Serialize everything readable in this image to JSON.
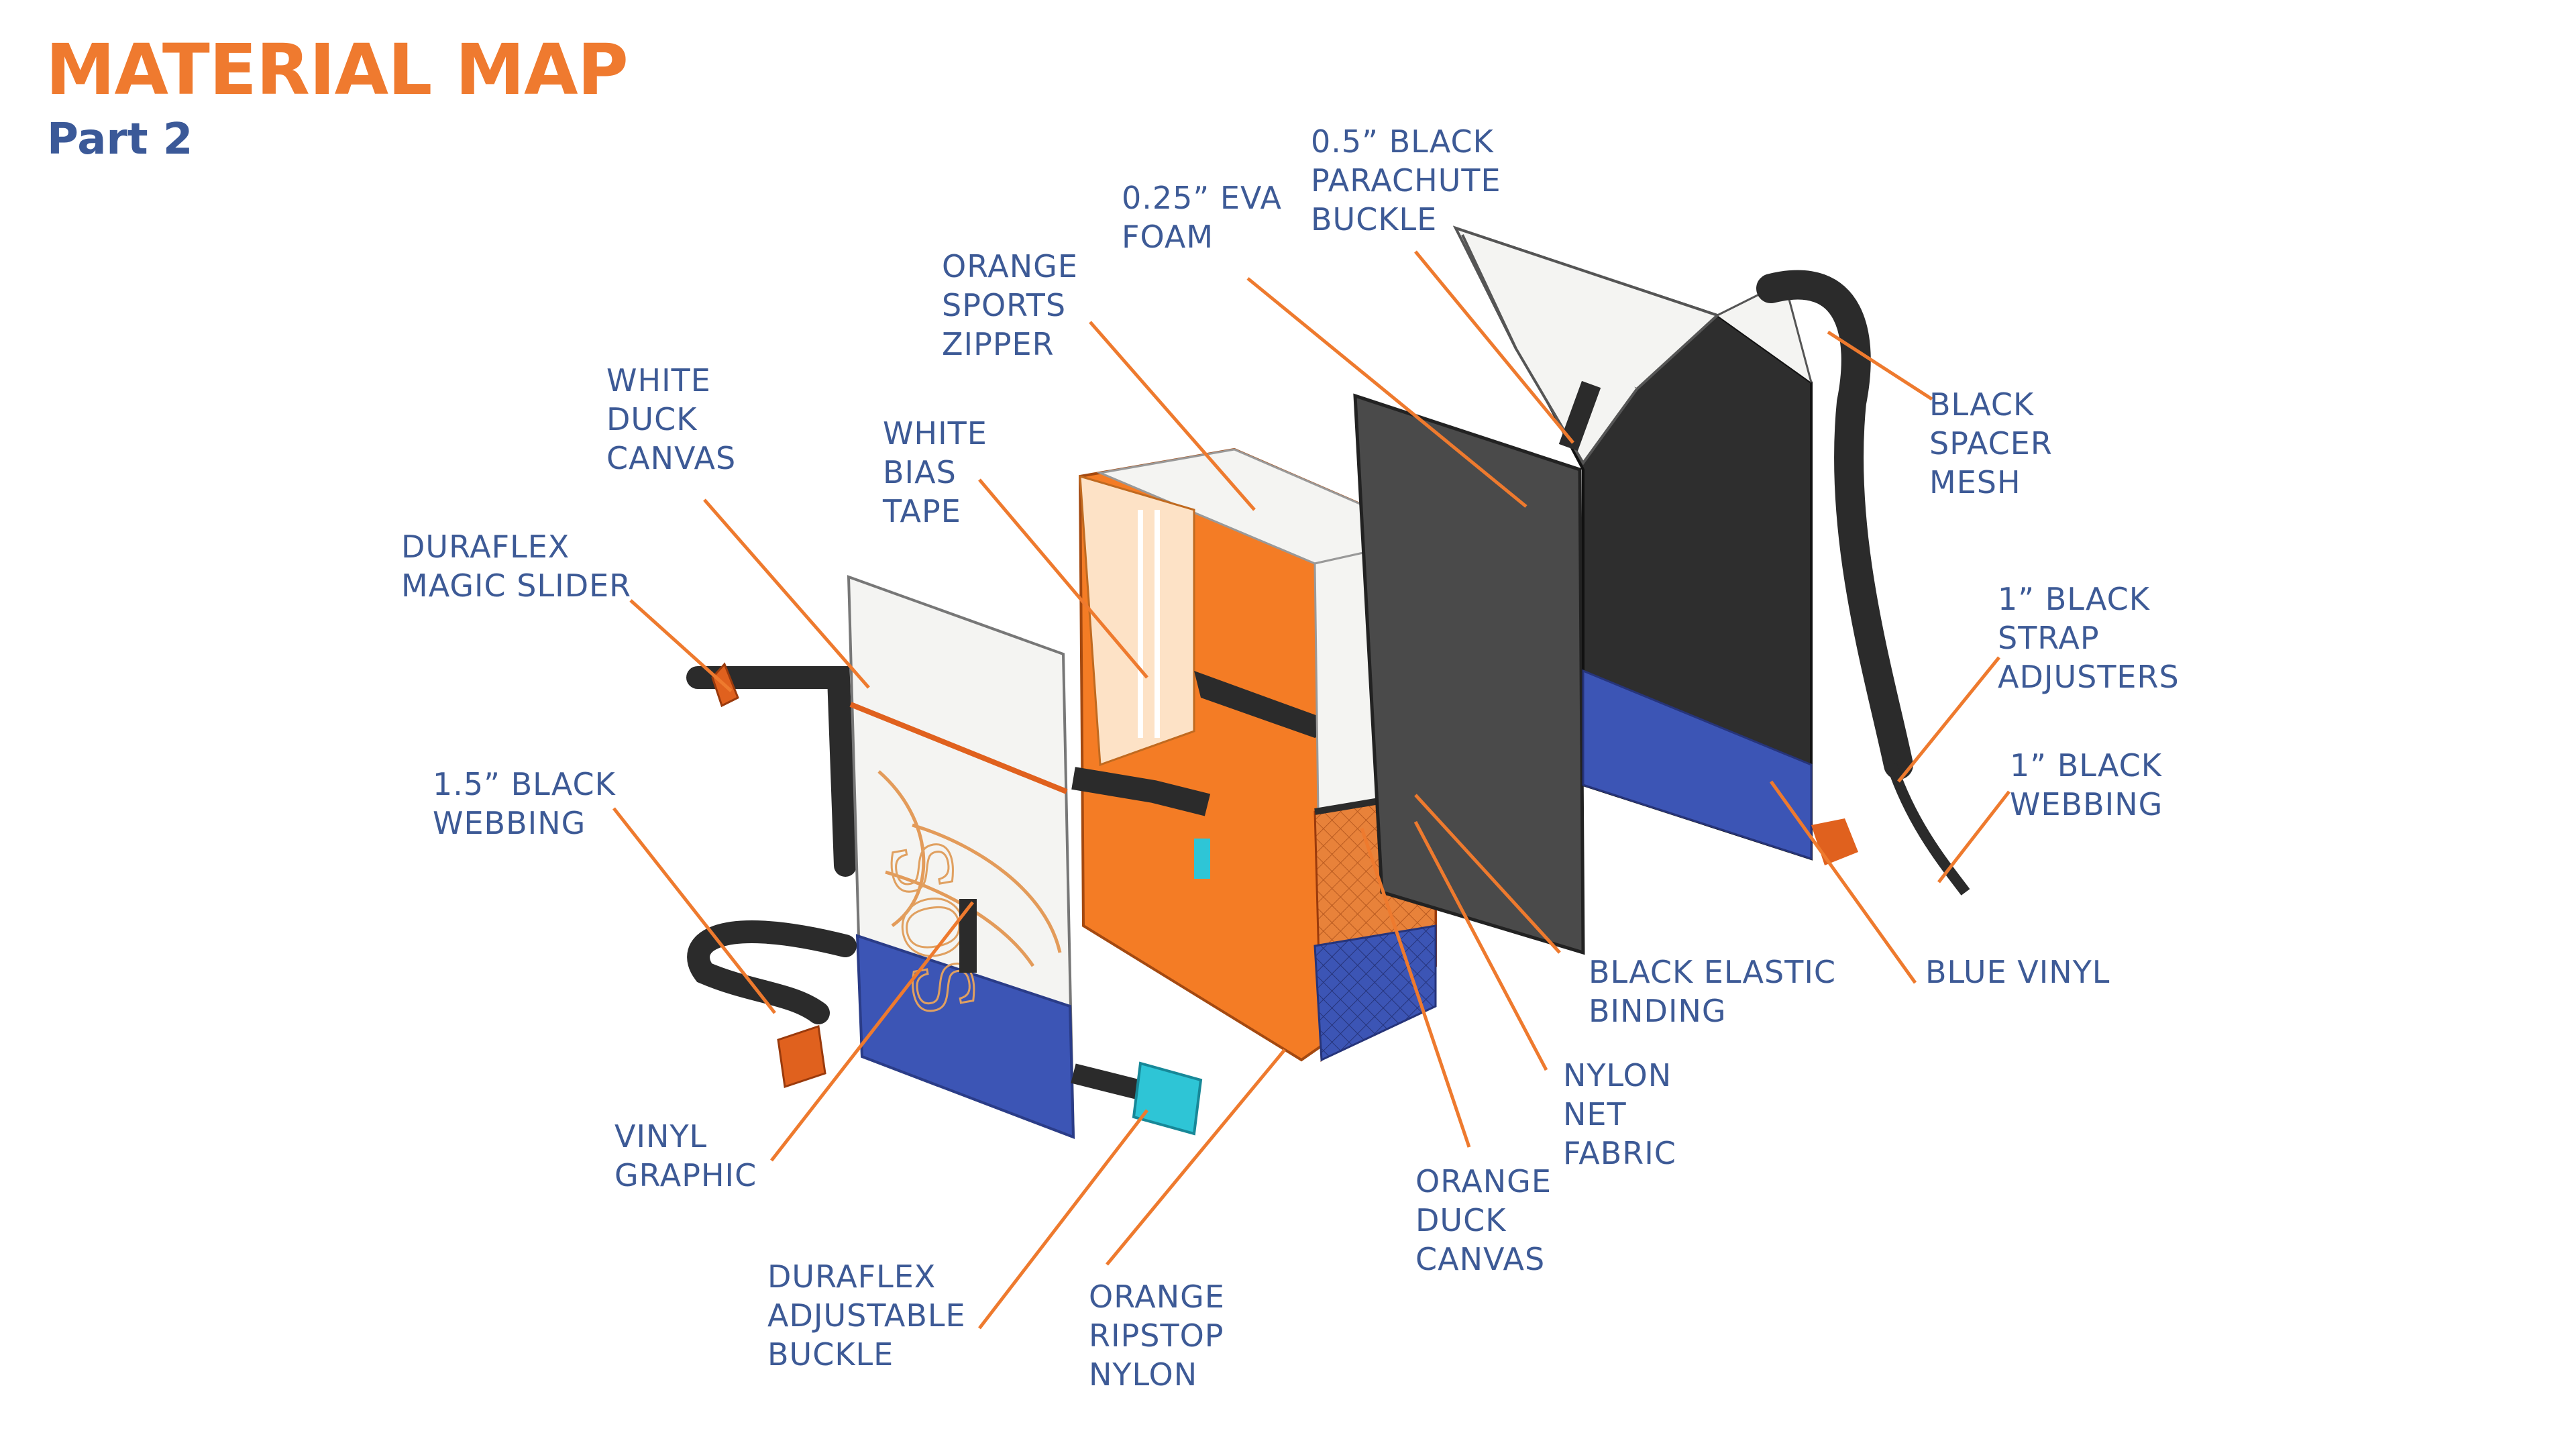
{
  "header": {
    "title": "MATERIAL MAP",
    "subtitle": "Part 2"
  },
  "colors": {
    "orange": "#ef7a2f",
    "blue": "#3d5a96",
    "vinyl_blue": "#3c55b5",
    "black": "#2b2b2b",
    "teal": "#2ec5d6"
  },
  "labels": {
    "eva_foam": "0.25” EVA\nFOAM",
    "parachute_buckle": "0.5” BLACK\nPARACHUTE\nBUCKLE",
    "sports_zipper": "ORANGE\nSPORTS\nZIPPER",
    "white_duck_canvas": "WHITE\nDUCK\nCANVAS",
    "bias_tape": "WHITE\nBIAS\nTAPE",
    "magic_slider": "DURAFLEX\nMAGIC SLIDER",
    "webbing_15": "1.5” BLACK\nWEBBING",
    "spacer_mesh": "BLACK\nSPACER\nMESH",
    "strap_adjusters": "1” BLACK\nSTRAP\nADJUSTERS",
    "webbing_1": "1” BLACK\nWEBBING",
    "elastic_binding": "BLACK ELASTIC\nBINDING",
    "blue_vinyl": "BLUE VINYL",
    "net_fabric": "NYLON\nNET\nFABRIC",
    "orange_duck_canvas": "ORANGE\nDUCK\nCANVAS",
    "vinyl_graphic": "VINYL\nGRAPHIC",
    "adjustable_buckle": "DURAFLEX\nADJUSTABLE\nBUCKLE",
    "ripstop_nylon": "ORANGE\nRIPSTOP\nNYLON"
  }
}
